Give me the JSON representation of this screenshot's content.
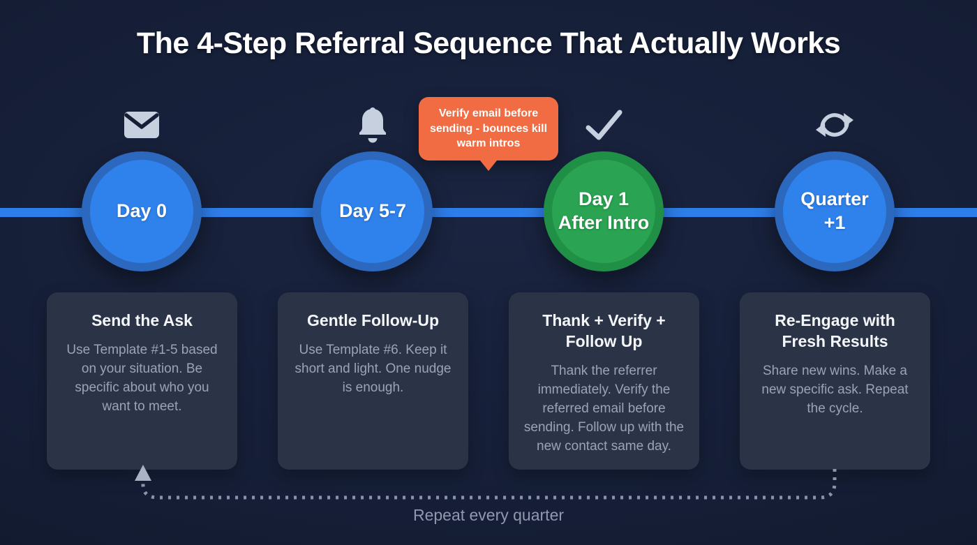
{
  "title": "The 4-Step Referral Sequence That Actually Works",
  "colors": {
    "timeline_line": "#2e7ee9",
    "card_bg": "#2b3447",
    "callout_bg": "#f16c42",
    "icon": "#c7d0de",
    "loop_line": "#8a93a8",
    "blue_fill": "#2f82ec",
    "blue_ring": "#2b68be",
    "green_fill": "#2aa452",
    "green_ring": "#209047"
  },
  "callout": {
    "text": "Verify email before sending - bounces kill warm intros"
  },
  "steps": [
    {
      "icon": "mail",
      "label": "Day 0",
      "circle_fill": "#2f82ec",
      "circle_ring": "#2b68be",
      "card_title": "Send the Ask",
      "card_body": "Use Template #1-5 based on your situation. Be specific about who you want to meet."
    },
    {
      "icon": "bell",
      "label": "Day 5-7",
      "circle_fill": "#2f82ec",
      "circle_ring": "#2b68be",
      "card_title": "Gentle Follow-Up",
      "card_body": "Use Template #6. Keep it short and light. One nudge is enough."
    },
    {
      "icon": "check",
      "label": "Day 1\nAfter Intro",
      "circle_fill": "#2aa452",
      "circle_ring": "#209047",
      "card_title": "Thank + Verify + Follow Up",
      "card_body": "Thank the referrer immediately. Verify the referred email before sending. Follow up with the new contact same day."
    },
    {
      "icon": "refresh",
      "label": "Quarter\n+1",
      "circle_fill": "#2f82ec",
      "circle_ring": "#2b68be",
      "card_title": "Re-Engage with Fresh Results",
      "card_body": "Share new wins. Make a new specific ask. Repeat the cycle."
    }
  ],
  "loop_label": "Repeat every quarter"
}
